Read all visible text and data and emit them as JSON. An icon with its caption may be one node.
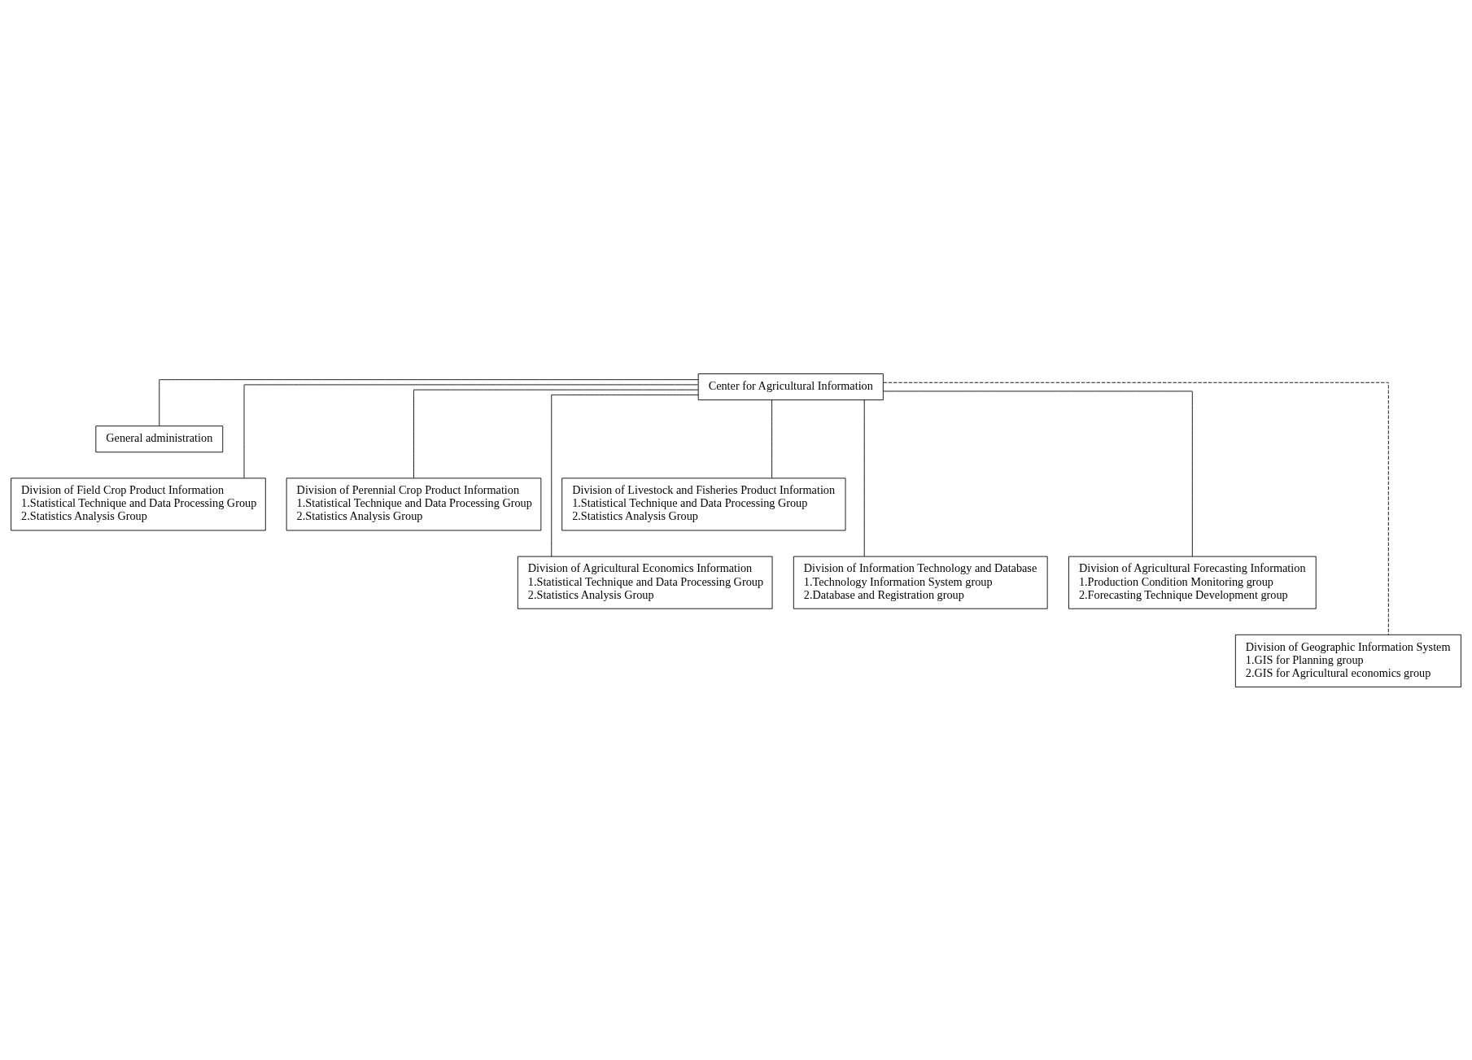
{
  "diagram": {
    "nodes": [
      {
        "text": [
          "Center for Agricultural Information"
        ]
      },
      {
        "text": [
          "General administration"
        ]
      },
      {
        "text": [
          "Division of Field Crop Product Information",
          "1.Statistical Technique and Data Processing Group",
          "2.Statistics Analysis Group"
        ]
      },
      {
        "text": [
          "Division of Perennial Crop Product Information",
          "1.Statistical Technique and Data Processing Group",
          "2.Statistics Analysis Group"
        ]
      },
      {
        "text": [
          "Division of Livestock and Fisheries Product Information",
          "1.Statistical Technique and Data Processing Group",
          "2.Statistics Analysis Group"
        ]
      },
      {
        "text": [
          "Division of Agricultural Economics Information",
          "1.Statistical Technique and Data Processing Group",
          "2.Statistics Analysis Group"
        ]
      },
      {
        "text": [
          "Division of Information Technology and Database",
          "1.Technology Information System group",
          "2.Database and Registration group"
        ]
      },
      {
        "text": [
          "Division of Agricultural Forecasting Information",
          "1.Production Condition Monitoring group",
          "2.Forecasting Technique Development group"
        ]
      },
      {
        "text": [
          "Division of Geographic Information System",
          "1.GIS for Planning group",
          "2.GIS for Agricultural economics group"
        ]
      }
    ],
    "edges": [
      {
        "from": 0,
        "to": 1,
        "arrow": "none"
      },
      {
        "from": 0,
        "to": 2,
        "arrow": "none"
      },
      {
        "from": 0,
        "to": 3,
        "arrow": "none"
      },
      {
        "from": 0,
        "to": 4,
        "arrow": "none"
      },
      {
        "from": 0,
        "to": 5,
        "arrow": "none"
      },
      {
        "from": 0,
        "to": 6,
        "arrow": "none"
      },
      {
        "from": 0,
        "to": 7,
        "arrow": "none"
      },
      {
        "from": 0,
        "to": 8,
        "arrow": "none",
        "style": "dashed"
      }
    ]
  }
}
